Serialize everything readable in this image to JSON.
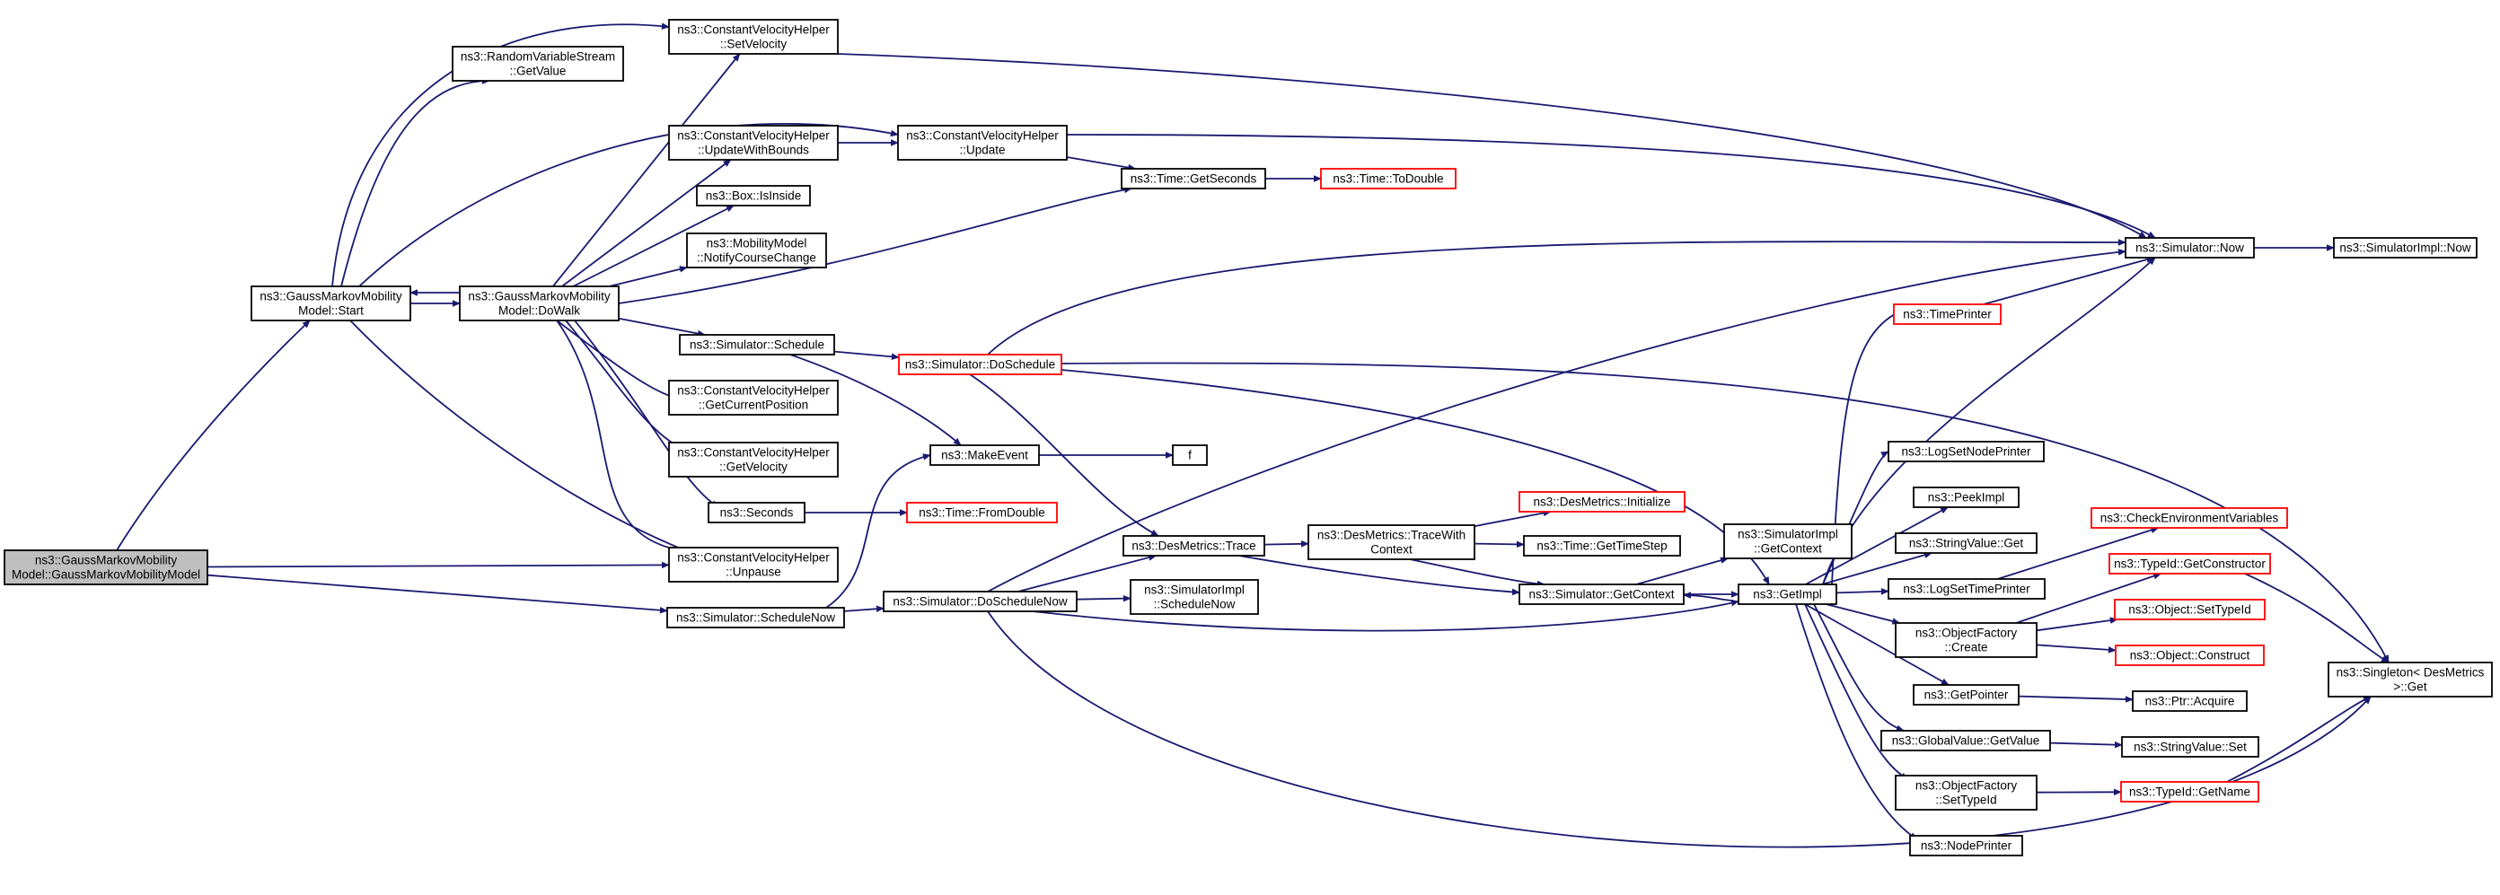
{
  "colors": {
    "edge": "#191970",
    "node_border": "#000000",
    "node_fill": "#ffffff",
    "root_fill": "#bfbfbf",
    "root_border": "#000000",
    "external_border": "#ff0000"
  },
  "nodes": [
    {
      "id": "ctor",
      "lines": [
        "ns3::GaussMarkovMobility",
        "Model::GaussMarkovMobilityModel"
      ],
      "kind": "root"
    },
    {
      "id": "start",
      "lines": [
        "ns3::GaussMarkovMobility",
        "Model::Start"
      ],
      "kind": "normal"
    },
    {
      "id": "dowalk",
      "lines": [
        "ns3::GaussMarkovMobility",
        "Model::DoWalk"
      ],
      "kind": "normal"
    },
    {
      "id": "rvs",
      "lines": [
        "ns3::RandomVariableStream",
        "::GetValue"
      ],
      "kind": "normal"
    },
    {
      "id": "cvh_setvel",
      "lines": [
        "ns3::ConstantVelocityHelper",
        "::SetVelocity"
      ],
      "kind": "normal"
    },
    {
      "id": "cvh_updbounds",
      "lines": [
        "ns3::ConstantVelocityHelper",
        "::UpdateWithBounds"
      ],
      "kind": "normal"
    },
    {
      "id": "cvh_update",
      "lines": [
        "ns3::ConstantVelocityHelper",
        "::Update"
      ],
      "kind": "normal"
    },
    {
      "id": "box",
      "lines": [
        "ns3::Box::IsInside"
      ],
      "kind": "normal"
    },
    {
      "id": "notify",
      "lines": [
        "ns3::MobilityModel",
        "::NotifyCourseChange"
      ],
      "kind": "normal"
    },
    {
      "id": "sched",
      "lines": [
        "ns3::Simulator::Schedule"
      ],
      "kind": "normal"
    },
    {
      "id": "cvh_getpos",
      "lines": [
        "ns3::ConstantVelocityHelper",
        "::GetCurrentPosition"
      ],
      "kind": "normal"
    },
    {
      "id": "cvh_getvel",
      "lines": [
        "ns3::ConstantVelocityHelper",
        "::GetVelocity"
      ],
      "kind": "normal"
    },
    {
      "id": "seconds",
      "lines": [
        "ns3::Seconds"
      ],
      "kind": "normal"
    },
    {
      "id": "cvh_unpause",
      "lines": [
        "ns3::ConstantVelocityHelper",
        "::Unpause"
      ],
      "kind": "normal"
    },
    {
      "id": "schednow",
      "lines": [
        "ns3::Simulator::ScheduleNow"
      ],
      "kind": "normal"
    },
    {
      "id": "getseconds",
      "lines": [
        "ns3::Time::GetSeconds"
      ],
      "kind": "normal"
    },
    {
      "id": "todouble",
      "lines": [
        "ns3::Time::ToDouble"
      ],
      "kind": "external"
    },
    {
      "id": "doschedule",
      "lines": [
        "ns3::Simulator::DoSchedule"
      ],
      "kind": "external"
    },
    {
      "id": "makeevent",
      "lines": [
        "ns3::MakeEvent"
      ],
      "kind": "normal"
    },
    {
      "id": "f",
      "lines": [
        "f"
      ],
      "kind": "normal"
    },
    {
      "id": "fromdouble",
      "lines": [
        "ns3::Time::FromDouble"
      ],
      "kind": "external"
    },
    {
      "id": "trace",
      "lines": [
        "ns3::DesMetrics::Trace"
      ],
      "kind": "normal"
    },
    {
      "id": "doschednow",
      "lines": [
        "ns3::Simulator::DoScheduleNow"
      ],
      "kind": "normal"
    },
    {
      "id": "simimpl_schednow",
      "lines": [
        "ns3::SimulatorImpl",
        "::ScheduleNow"
      ],
      "kind": "normal"
    },
    {
      "id": "tracectx",
      "lines": [
        "ns3::DesMetrics::TraceWith",
        "Context"
      ],
      "kind": "normal"
    },
    {
      "id": "desinit",
      "lines": [
        "ns3::DesMetrics::Initialize"
      ],
      "kind": "external"
    },
    {
      "id": "gettimestep",
      "lines": [
        "ns3::Time::GetTimeStep"
      ],
      "kind": "normal"
    },
    {
      "id": "simimpl_getctx",
      "lines": [
        "ns3::SimulatorImpl",
        "::GetContext"
      ],
      "kind": "normal"
    },
    {
      "id": "getcontext",
      "lines": [
        "ns3::Simulator::GetContext"
      ],
      "kind": "normal"
    },
    {
      "id": "getimpl",
      "lines": [
        "ns3::GetImpl"
      ],
      "kind": "normal"
    },
    {
      "id": "now",
      "lines": [
        "ns3::Simulator::Now"
      ],
      "kind": "normal"
    },
    {
      "id": "simimpl_now",
      "lines": [
        "ns3::SimulatorImpl::Now"
      ],
      "kind": "normal"
    },
    {
      "id": "timeprinter",
      "lines": [
        "ns3::TimePrinter"
      ],
      "kind": "external"
    },
    {
      "id": "lognodeprinter",
      "lines": [
        "ns3::LogSetNodePrinter"
      ],
      "kind": "normal"
    },
    {
      "id": "peekimpl",
      "lines": [
        "ns3::PeekImpl"
      ],
      "kind": "normal"
    },
    {
      "id": "strval_get",
      "lines": [
        "ns3::StringValue::Get"
      ],
      "kind": "normal"
    },
    {
      "id": "logtimeprinter",
      "lines": [
        "ns3::LogSetTimePrinter"
      ],
      "kind": "normal"
    },
    {
      "id": "objf_create",
      "lines": [
        "ns3::ObjectFactory",
        "::Create"
      ],
      "kind": "normal"
    },
    {
      "id": "getpointer",
      "lines": [
        "ns3::GetPointer"
      ],
      "kind": "normal"
    },
    {
      "id": "gv_getvalue",
      "lines": [
        "ns3::GlobalValue::GetValue"
      ],
      "kind": "normal"
    },
    {
      "id": "objf_settypeid",
      "lines": [
        "ns3::ObjectFactory",
        "::SetTypeId"
      ],
      "kind": "normal"
    },
    {
      "id": "nodeprinter",
      "lines": [
        "ns3::NodePrinter"
      ],
      "kind": "normal"
    },
    {
      "id": "checkenv",
      "lines": [
        "ns3::CheckEnvironmentVariables"
      ],
      "kind": "external"
    },
    {
      "id": "typeid_getctor",
      "lines": [
        "ns3::TypeId::GetConstructor"
      ],
      "kind": "external"
    },
    {
      "id": "obj_settypeid",
      "lines": [
        "ns3::Object::SetTypeId"
      ],
      "kind": "external"
    },
    {
      "id": "obj_construct",
      "lines": [
        "ns3::Object::Construct"
      ],
      "kind": "external"
    },
    {
      "id": "ptr_acquire",
      "lines": [
        "ns3::Ptr::Acquire"
      ],
      "kind": "normal"
    },
    {
      "id": "strval_set",
      "lines": [
        "ns3::StringValue::Set"
      ],
      "kind": "normal"
    },
    {
      "id": "typeid_getname",
      "lines": [
        "ns3::TypeId::GetName"
      ],
      "kind": "external"
    },
    {
      "id": "singleton",
      "lines": [
        "ns3::Singleton< DesMetrics",
        " >::Get"
      ],
      "kind": "normal"
    }
  ],
  "edges": [
    [
      "ctor",
      "start"
    ],
    [
      "ctor",
      "cvh_unpause"
    ],
    [
      "ctor",
      "schednow"
    ],
    [
      "start",
      "dowalk"
    ],
    [
      "start",
      "rvs"
    ],
    [
      "start",
      "cvh_setvel"
    ],
    [
      "start",
      "cvh_update"
    ],
    [
      "start",
      "cvh_unpause"
    ],
    [
      "dowalk",
      "start"
    ],
    [
      "dowalk",
      "cvh_setvel"
    ],
    [
      "dowalk",
      "cvh_updbounds"
    ],
    [
      "dowalk",
      "box"
    ],
    [
      "dowalk",
      "notify"
    ],
    [
      "dowalk",
      "getseconds"
    ],
    [
      "dowalk",
      "sched"
    ],
    [
      "dowalk",
      "cvh_getpos"
    ],
    [
      "dowalk",
      "cvh_getvel"
    ],
    [
      "dowalk",
      "seconds"
    ],
    [
      "dowalk",
      "cvh_unpause"
    ],
    [
      "cvh_setvel",
      "now"
    ],
    [
      "cvh_updbounds",
      "cvh_update"
    ],
    [
      "cvh_update",
      "now"
    ],
    [
      "cvh_update",
      "getseconds"
    ],
    [
      "getseconds",
      "todouble"
    ],
    [
      "sched",
      "doschedule"
    ],
    [
      "sched",
      "makeevent"
    ],
    [
      "doschedule",
      "now"
    ],
    [
      "doschedule",
      "trace"
    ],
    [
      "doschedule",
      "getimpl"
    ],
    [
      "doschedule",
      "singleton"
    ],
    [
      "seconds",
      "fromdouble"
    ],
    [
      "makeevent",
      "f"
    ],
    [
      "schednow",
      "makeevent"
    ],
    [
      "schednow",
      "doschednow"
    ],
    [
      "doschednow",
      "now"
    ],
    [
      "doschednow",
      "trace"
    ],
    [
      "doschednow",
      "simimpl_schednow"
    ],
    [
      "doschednow",
      "getimpl"
    ],
    [
      "doschednow",
      "singleton"
    ],
    [
      "trace",
      "tracectx"
    ],
    [
      "trace",
      "getcontext"
    ],
    [
      "tracectx",
      "desinit"
    ],
    [
      "tracectx",
      "gettimestep"
    ],
    [
      "tracectx",
      "getcontext"
    ],
    [
      "getcontext",
      "simimpl_getctx"
    ],
    [
      "getcontext",
      "getimpl"
    ],
    [
      "now",
      "simimpl_now"
    ],
    [
      "getimpl",
      "now"
    ],
    [
      "getimpl",
      "timeprinter"
    ],
    [
      "getimpl",
      "lognodeprinter"
    ],
    [
      "getimpl",
      "peekimpl"
    ],
    [
      "getimpl",
      "strval_get"
    ],
    [
      "getimpl",
      "logtimeprinter"
    ],
    [
      "getimpl",
      "objf_create"
    ],
    [
      "getimpl",
      "getpointer"
    ],
    [
      "getimpl",
      "gv_getvalue"
    ],
    [
      "getimpl",
      "objf_settypeid"
    ],
    [
      "getimpl",
      "nodeprinter"
    ],
    [
      "getimpl",
      "getcontext"
    ],
    [
      "timeprinter",
      "now"
    ],
    [
      "logtimeprinter",
      "checkenv"
    ],
    [
      "objf_create",
      "typeid_getctor"
    ],
    [
      "objf_create",
      "obj_settypeid"
    ],
    [
      "objf_create",
      "obj_construct"
    ],
    [
      "typeid_getctor",
      "singleton"
    ],
    [
      "getpointer",
      "ptr_acquire"
    ],
    [
      "gv_getvalue",
      "strval_set"
    ],
    [
      "objf_settypeid",
      "typeid_getname"
    ],
    [
      "typeid_getname",
      "singleton"
    ]
  ]
}
